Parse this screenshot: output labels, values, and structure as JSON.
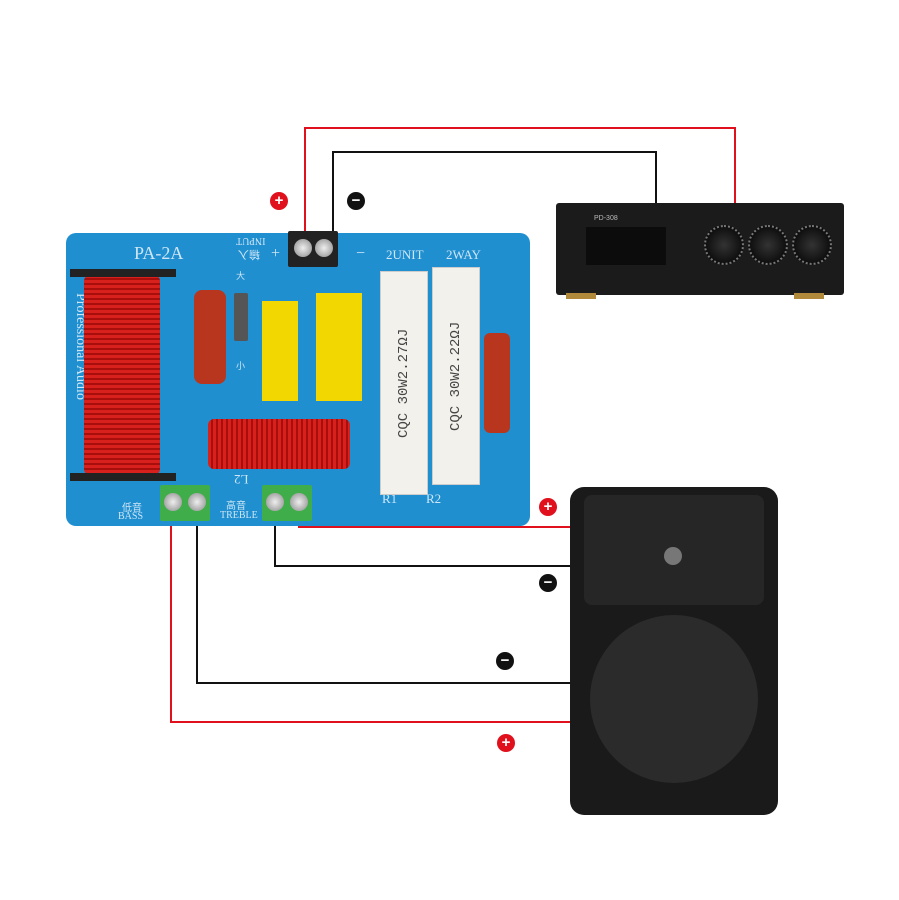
{
  "board": {
    "model": "PA-2A",
    "input_en": "INPUT",
    "input_cn": "输入",
    "plus": "+",
    "minus": "−",
    "units": "2UNIT",
    "way": "2WAY",
    "brand_text": "Professional Audio",
    "bass_cn": "低音",
    "bass_en": "BASS",
    "treble_cn": "高音",
    "treble_en": "TREBLE",
    "l2": "L2",
    "r1": "R1",
    "r2": "R2",
    "switch_big": "大",
    "switch_small": "小",
    "resistor1": "CQC 30W2.27ΩJ",
    "resistor2": "CQC 30W2.22ΩJ"
  },
  "amplifier": {
    "model": "PD-308"
  },
  "signs": {
    "pos": "+",
    "neg": "−"
  },
  "colors": {
    "positive_wire": "#e0101c",
    "negative_wire": "#111111",
    "board": "#1f8fd0"
  }
}
